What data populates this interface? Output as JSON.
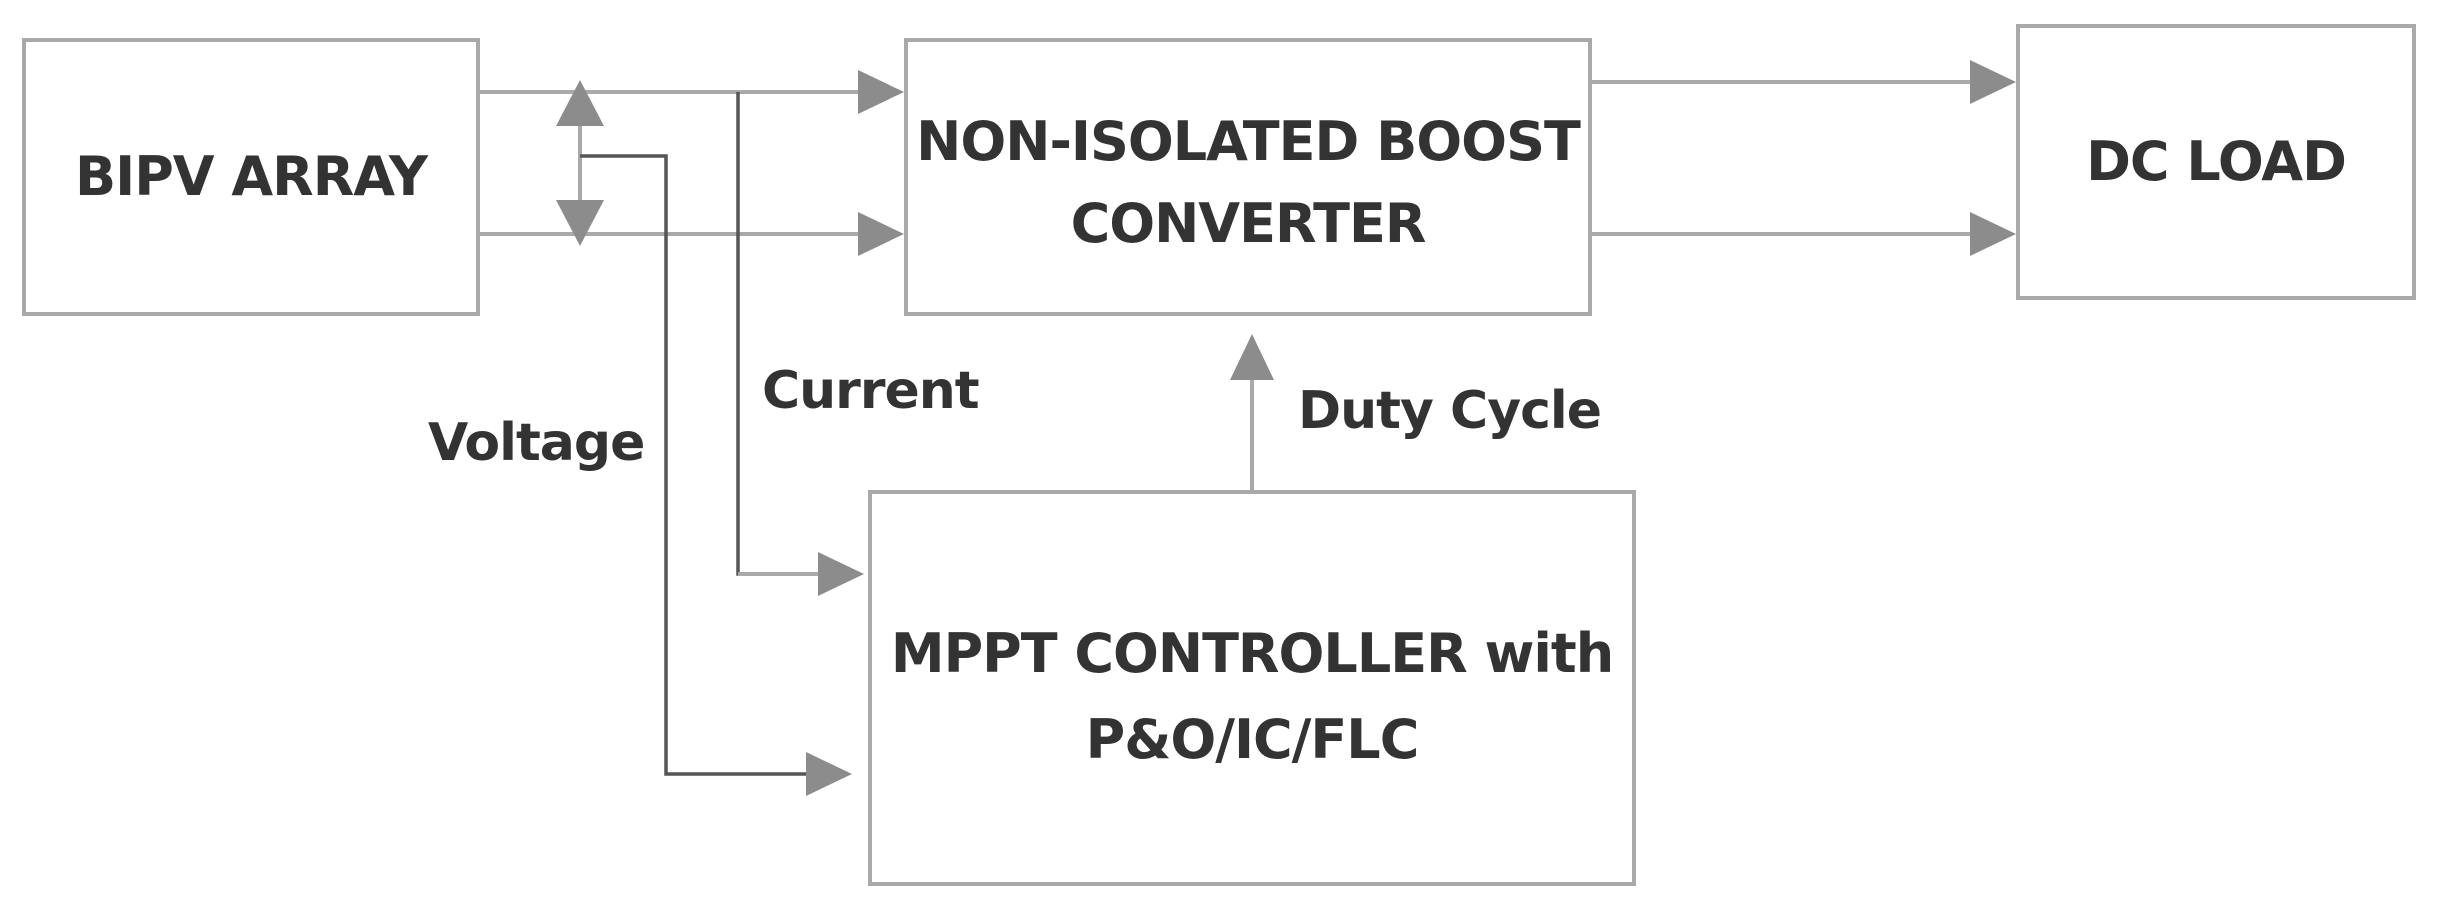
{
  "blocks": {
    "bipv": {
      "label": "BIPV ARRAY"
    },
    "boost": {
      "line1": "NON-ISOLATED BOOST",
      "line2": "CONVERTER"
    },
    "load": {
      "label": "DC LOAD"
    },
    "mppt": {
      "line1": "MPPT CONTROLLER with",
      "line2": "P&O/IC/FLC"
    }
  },
  "signals": {
    "current": "Current",
    "voltage": "Voltage",
    "duty_cycle": "Duty Cycle"
  },
  "colors": {
    "box_border": "#a9a9a9",
    "arrow": "#8c8c8c",
    "text": "#333333",
    "sense_wire": "#555555"
  }
}
